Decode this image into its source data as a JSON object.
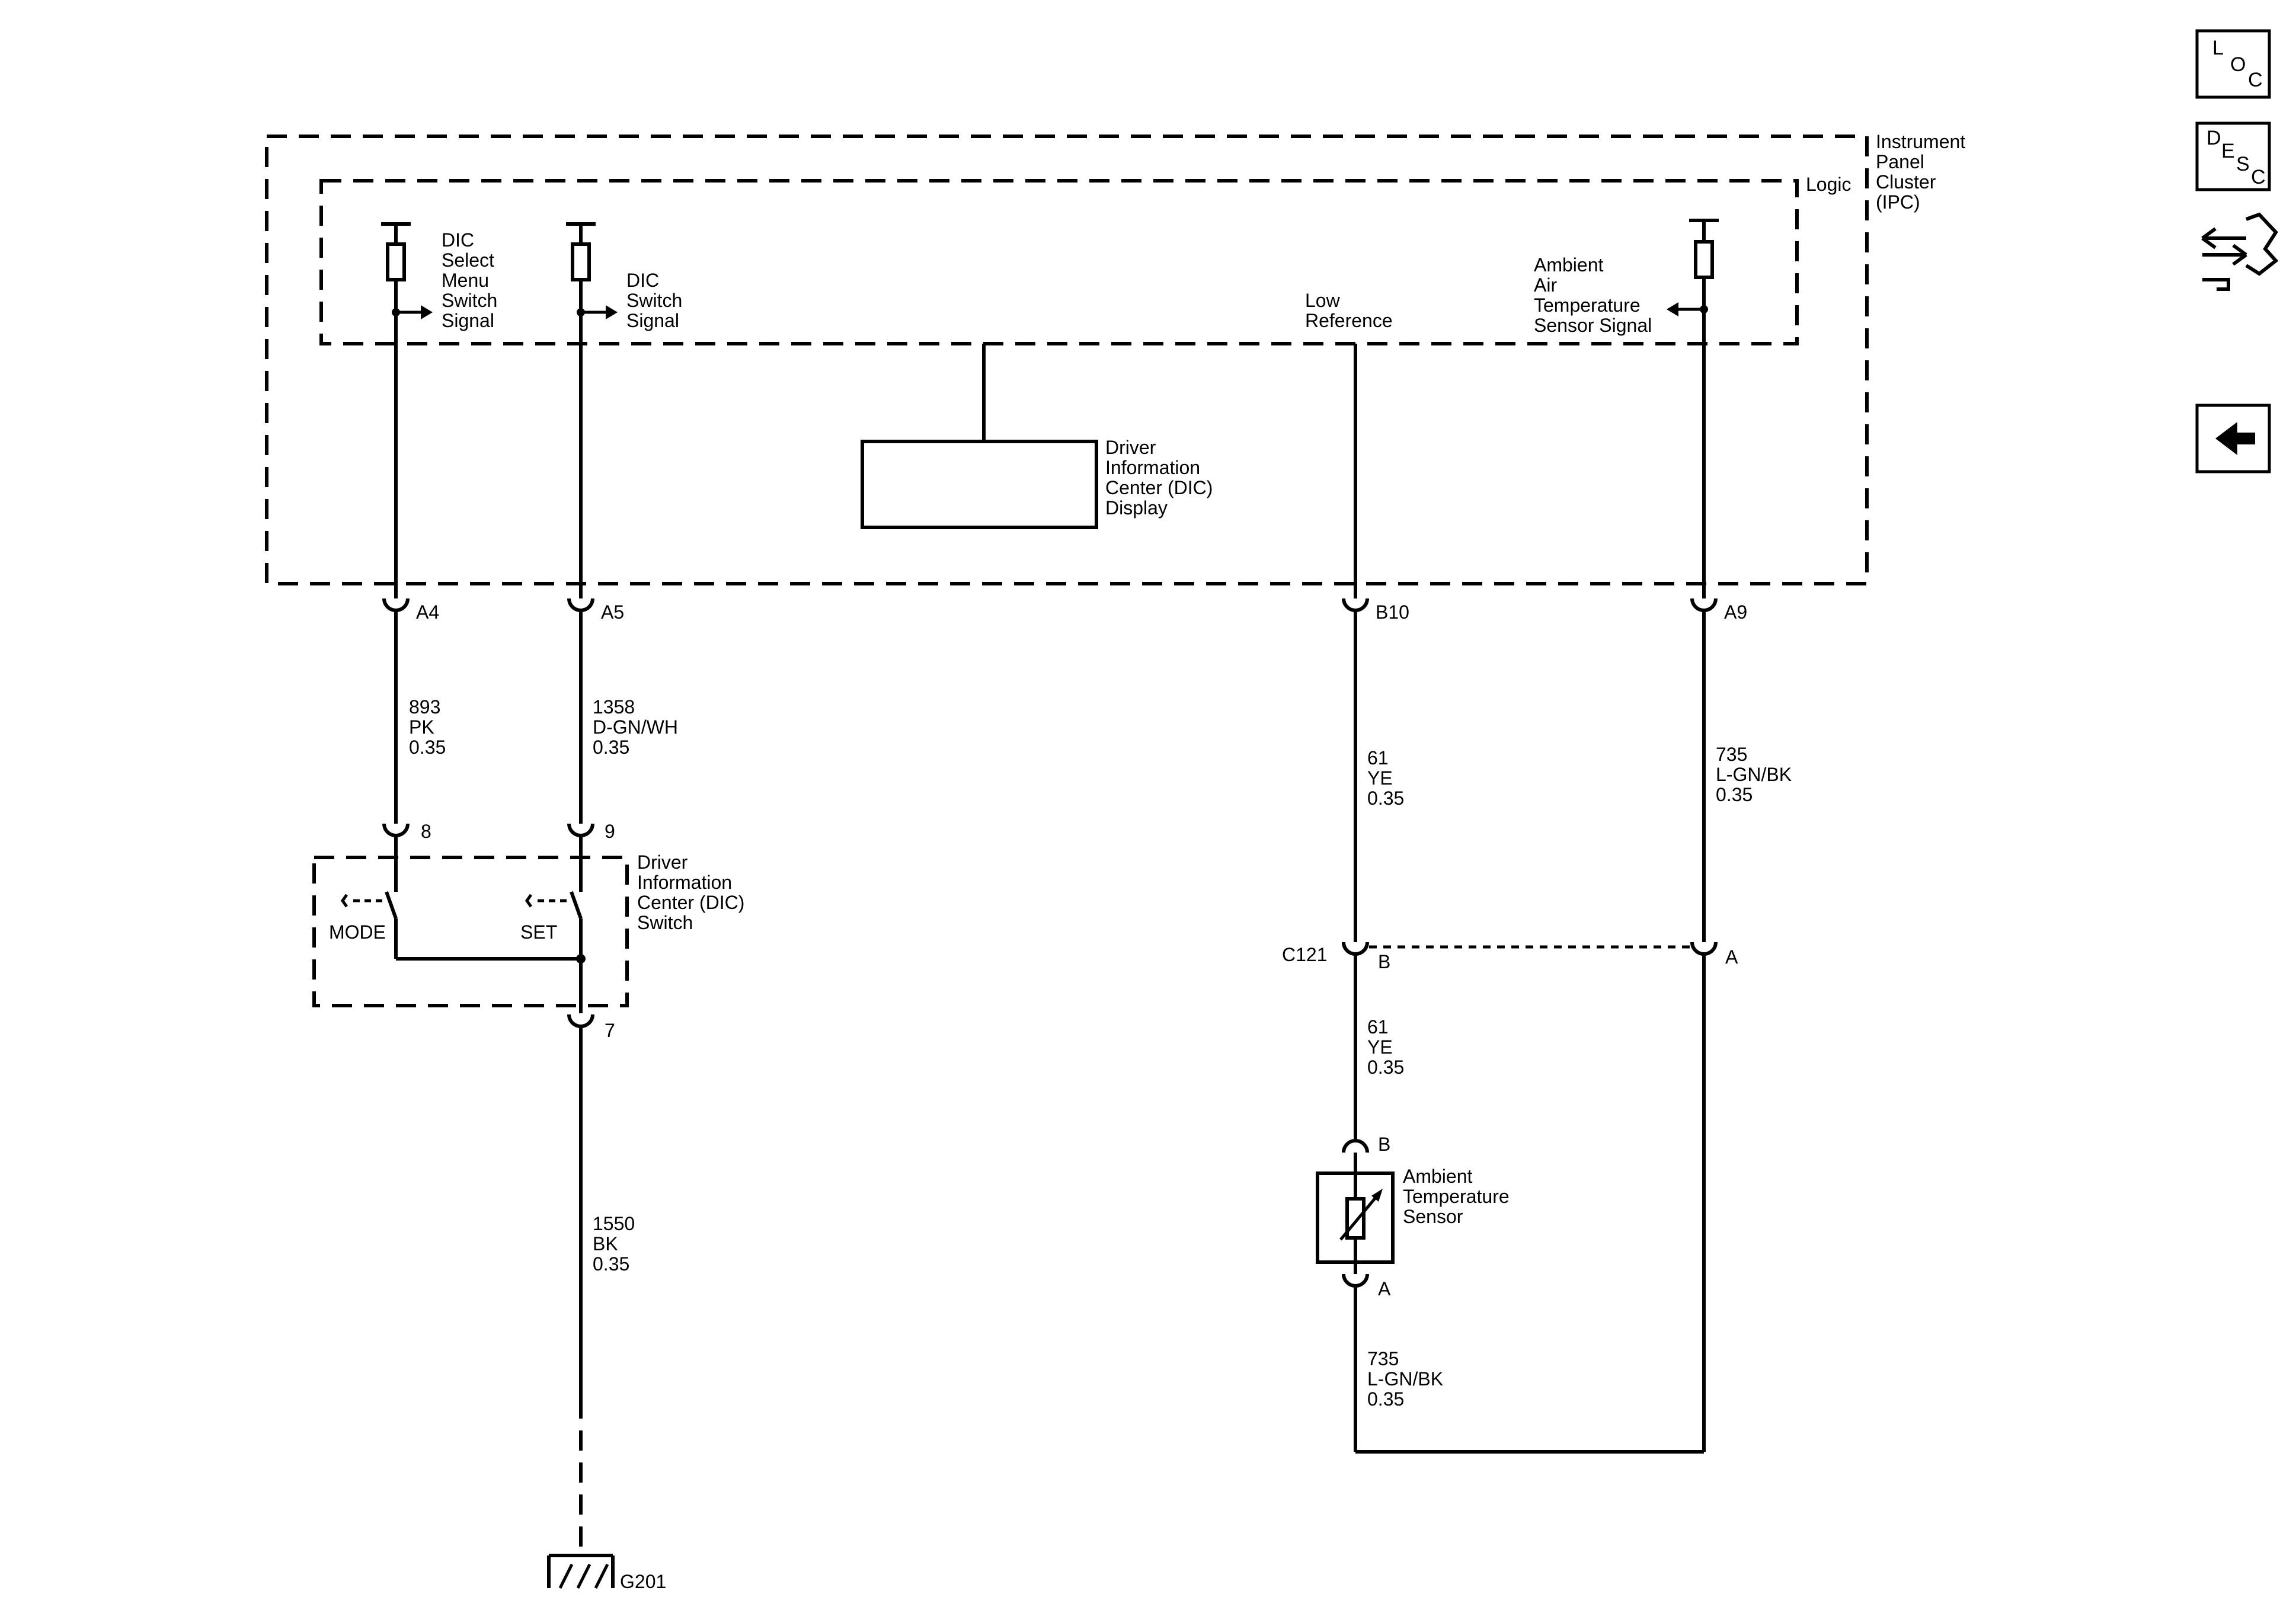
{
  "ipc": {
    "label_lines": [
      "Instrument",
      "Panel",
      "Cluster",
      "(IPC)"
    ],
    "logic_label": "Logic"
  },
  "signals": {
    "dic_select": [
      "DIC",
      "Select",
      "Menu",
      "Switch",
      "Signal"
    ],
    "dic_switch": [
      "DIC",
      "Switch",
      "Signal"
    ],
    "low_reference": [
      "Low",
      "Reference"
    ],
    "ambient_signal": [
      "Ambient",
      "Air",
      "Temperature",
      "Sensor Signal"
    ]
  },
  "display": {
    "label_lines": [
      "Driver",
      "Information",
      "Center (DIC)",
      "Display"
    ]
  },
  "pins": {
    "ipc_a4": "A4",
    "ipc_a5": "A5",
    "ipc_b10": "B10",
    "ipc_a9": "A9",
    "sw_8": "8",
    "sw_9": "9",
    "sw_7": "7",
    "c121_b": "B",
    "c121_a": "A",
    "sensor_b": "B",
    "sensor_a": "A"
  },
  "wires": {
    "w893": [
      "893",
      "PK",
      "0.35"
    ],
    "w1358": [
      "1358",
      "D-GN/WH",
      "0.35"
    ],
    "w61_upper": [
      "61",
      "YE",
      "0.35"
    ],
    "w735_upper": [
      "735",
      "L-GN/BK",
      "0.35"
    ],
    "w61_lower": [
      "61",
      "YE",
      "0.35"
    ],
    "w1550": [
      "1550",
      "BK",
      "0.35"
    ],
    "w735_lower": [
      "735",
      "L-GN/BK",
      "0.35"
    ]
  },
  "dic_switch": {
    "label_lines": [
      "Driver",
      "Information",
      "Center (DIC)",
      "Switch"
    ],
    "mode_label": "MODE",
    "set_label": "SET"
  },
  "connector": {
    "c121": "C121"
  },
  "sensor": {
    "label_lines": [
      "Ambient",
      "Temperature",
      "Sensor"
    ]
  },
  "ground": {
    "g201": "G201"
  },
  "nav": {
    "loc": [
      "L",
      "O",
      "C"
    ],
    "desc": [
      "D",
      "E",
      "S",
      "C"
    ],
    "schematic_icon": "wiring-connector-icon",
    "back_icon": "back-arrow-icon"
  }
}
